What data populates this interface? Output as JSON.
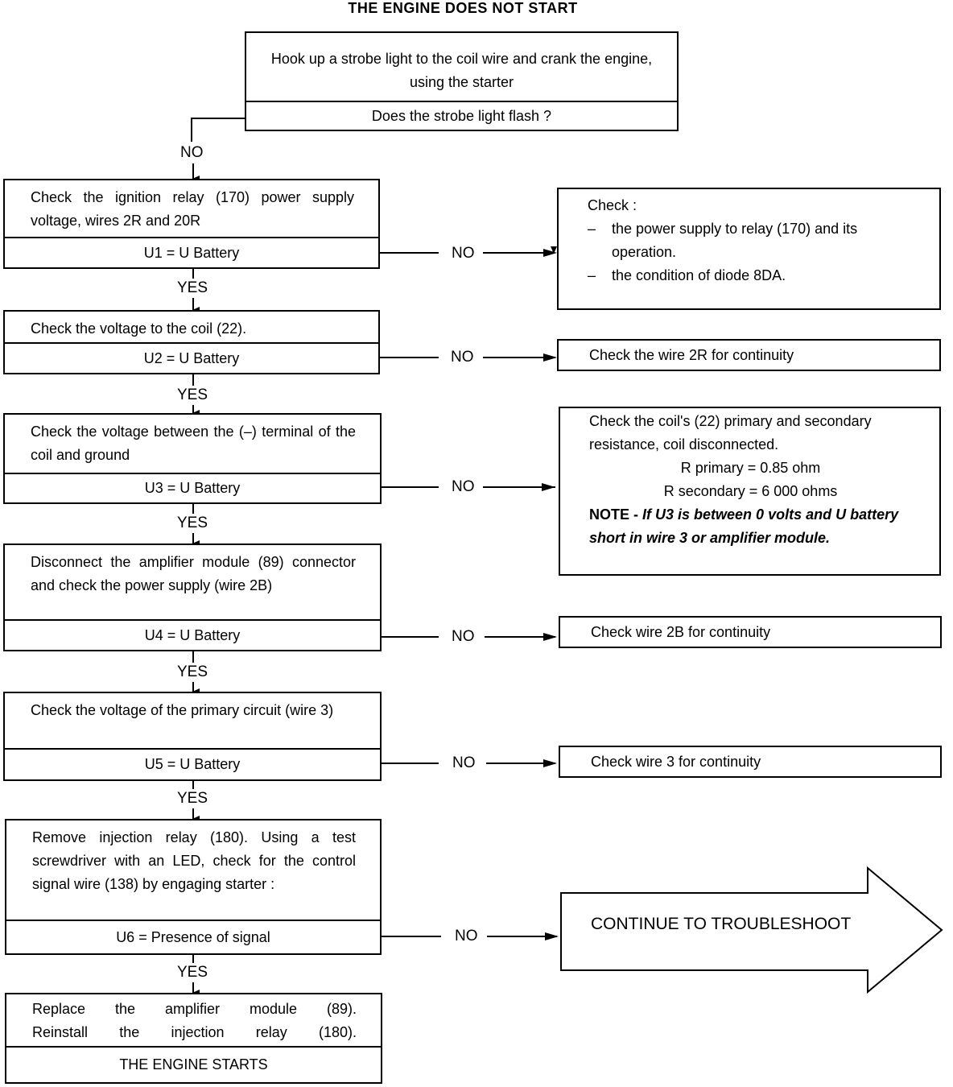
{
  "title": "THE ENGINE DOES NOT START",
  "start": {
    "instruction": "Hook up a strobe light to the coil wire and crank the engine, using the starter",
    "question": "Does the strobe light flash ?"
  },
  "labels": {
    "no": "NO",
    "yes": "YES"
  },
  "steps": [
    {
      "instruction": "Check the ignition relay (170) power supply voltage, wires 2R and 20R",
      "condition": "U1 = U Battery"
    },
    {
      "instruction": "Check the voltage to the coil (22).",
      "condition": "U2 = U Battery"
    },
    {
      "instruction": "Check the voltage between the (–) terminal of the coil and ground",
      "condition": "U3 = U Battery"
    },
    {
      "instruction": "Disconnect the amplifier module (89) connector and check the power supply (wire 2B)",
      "condition": "U4 = U Battery"
    },
    {
      "instruction": "Check the voltage of the primary circuit (wire 3)",
      "condition": "U5 = U Battery"
    },
    {
      "instruction": "Remove injection relay (180). Using a test screwdriver with an LED, check for the control signal wire (138) by engaging starter :",
      "condition": "U6 = Presence of    signal"
    }
  ],
  "final": {
    "line1": "Replace the amplifier module (89).",
    "line2": "Reinstall the injection relay (180).",
    "result": "THE ENGINE STARTS"
  },
  "remedies": {
    "r1": {
      "heading": "Check :",
      "items": [
        "the power supply to relay (170) and its operation.",
        "the condition of diode 8DA."
      ]
    },
    "r2": "Check the wire 2R for continuity",
    "r3": {
      "text": "Check the coil's (22) primary and secondary resistance, coil disconnected.",
      "primary": "R primary = 0.85 ohm",
      "secondary": "R secondary = 6 000 ohms",
      "note_label": "NOTE -",
      "note_text": "If U3 is between 0 volts and U battery        short in wire 3 or amplifier module."
    },
    "r4": "Check wire 2B for continuity",
    "r5": "Check wire 3 for continuity",
    "r6": "CONTINUE TO TROUBLESHOOT"
  }
}
